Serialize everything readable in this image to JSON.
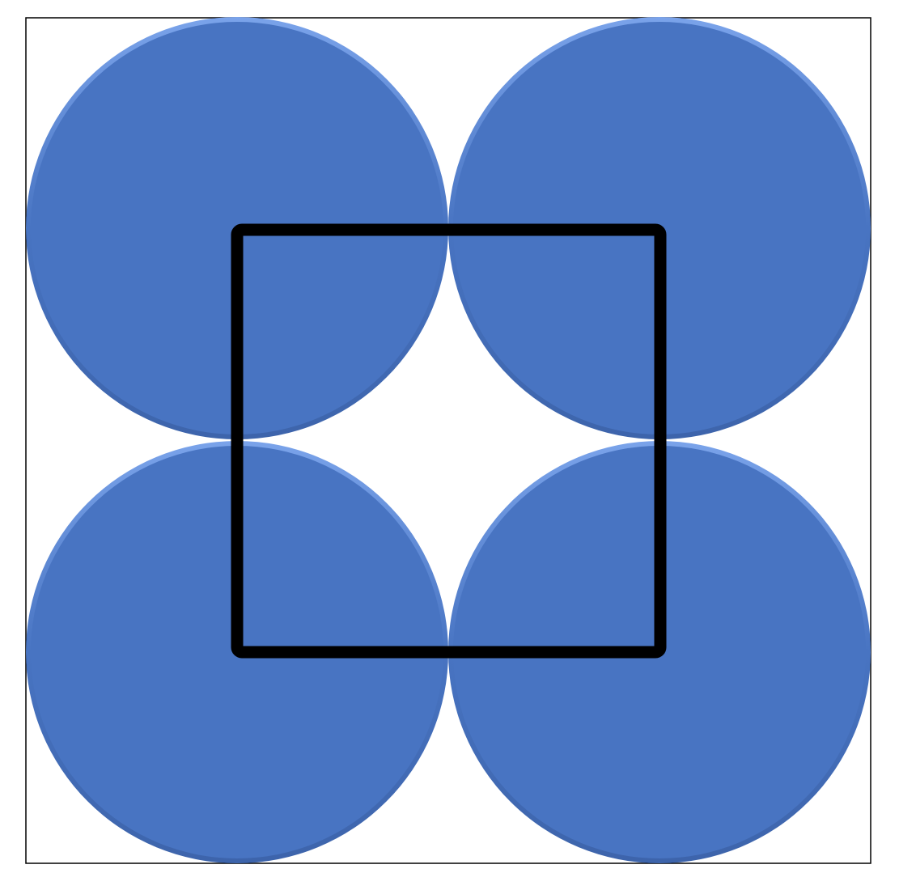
{
  "diagram": {
    "background_color": "#ffffff",
    "frame_color": "#000000",
    "circle_color": "#4874c2",
    "circle_highlight_color": "#7aa3ea",
    "circle_shade_color": "#3d64ab",
    "square_color": "#000000",
    "circles": [
      {
        "position": "top-left"
      },
      {
        "position": "top-right"
      },
      {
        "position": "bottom-left"
      },
      {
        "position": "bottom-right"
      }
    ],
    "inner_square": {
      "shape": "square",
      "corners": "rounded"
    }
  }
}
